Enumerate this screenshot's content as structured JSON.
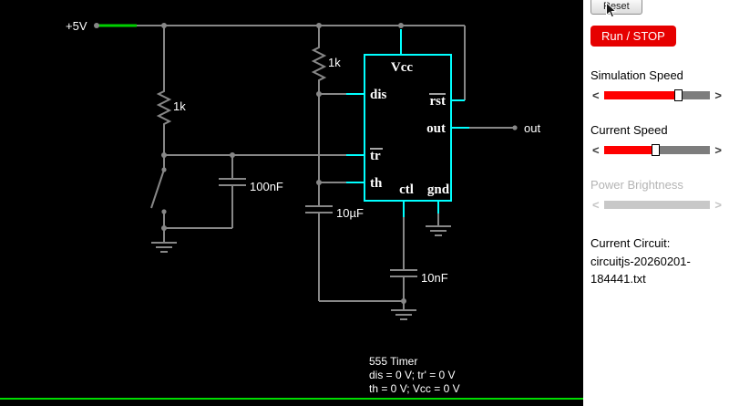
{
  "colors": {
    "canvas_bg": "#000000",
    "wire": "#878787",
    "power_wire": "#00d000",
    "selected": "#00ffff",
    "text": "#ffffff",
    "trace_green": "#00dd00",
    "run_button_bg": "#e60000",
    "slider_fill": "#ff0000",
    "sidebar_bg": "#ffffff",
    "disabled_text": "#b4b4b4"
  },
  "icons": {
    "chevron_left": "<",
    "chevron_right": ">"
  },
  "circuit": {
    "power_label": "+5V",
    "resistor_left": "1k",
    "resistor_top": "1k",
    "cap_trigger": "100nF",
    "cap_timing": "10µF",
    "cap_control": "10nF",
    "out_label": "out",
    "chip": {
      "vcc": "Vcc",
      "dis": "dis",
      "rst": "rst",
      "out": "out",
      "tr": "tr",
      "th": "th",
      "ctl": "ctl",
      "gnd": "gnd"
    }
  },
  "info_panel": {
    "line1": "555 Timer",
    "line2": "dis = 0 V; tr' = 0 V",
    "line3": "th = 0 V; Vcc = 0 V"
  },
  "sidebar": {
    "reset_button": "Reset",
    "run_button": "Run / STOP",
    "sliders": [
      {
        "label": "Simulation Speed",
        "value_pct": 70,
        "enabled": true
      },
      {
        "label": "Current Speed",
        "value_pct": 48,
        "enabled": true
      },
      {
        "label": "Power Brightness",
        "value_pct": 0,
        "enabled": false
      }
    ],
    "current_circuit_label": "Current Circuit:",
    "current_circuit_file": "circuitjs-20260201-184441.txt"
  }
}
